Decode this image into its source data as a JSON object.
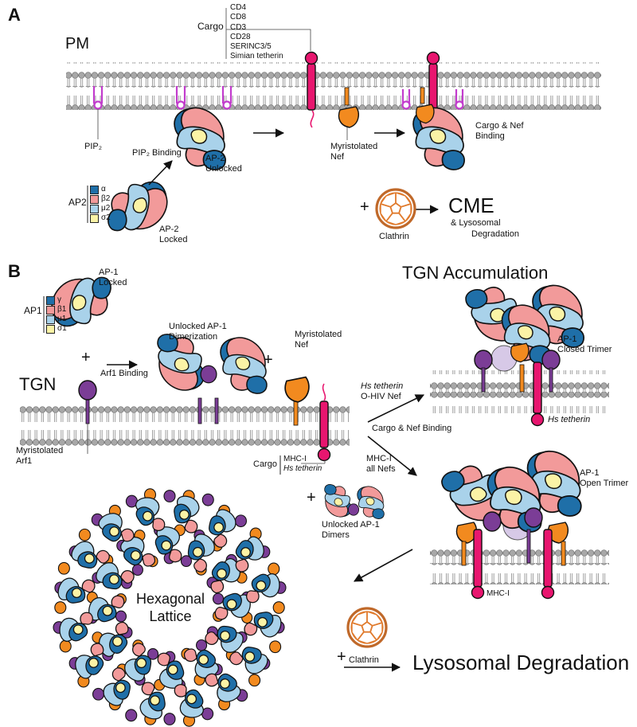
{
  "panel_a": {
    "label": "A",
    "membrane_label": "PM",
    "cargo_title": "Cargo",
    "cargo_items": [
      "CD4",
      "CD8",
      "CD3",
      "CD28",
      "SERINC3/5",
      "Simian tetherin"
    ],
    "pip2_label": "PIP₂",
    "pip2_binding": "PIP₂ Binding",
    "ap2_unlocked": [
      "AP-2",
      "Unlocked"
    ],
    "ap2_locked": [
      "AP-2",
      "Locked"
    ],
    "myristolated_nef": [
      "Myristolated",
      "Nef"
    ],
    "cargo_nef_binding": [
      "Cargo & Nef",
      "Binding"
    ],
    "ap2_legend_title": "AP2",
    "ap2_legend": [
      "α",
      "β2",
      "μ2",
      "σ2"
    ],
    "plus": "+",
    "clathrin": "Clathrin",
    "cme": "CME",
    "lysosomal": "& Lysosomal",
    "degradation": "Degradation"
  },
  "panel_b": {
    "label": "B",
    "ap1_locked": [
      "AP-1",
      "Locked"
    ],
    "ap1_legend_title": "AP1",
    "ap1_legend": [
      "γ",
      "β1",
      "μ1",
      "σ1"
    ],
    "plus": "+",
    "arf1_binding": "Arf1 Binding",
    "unlocked_dimerization": [
      "Unlocked AP-1",
      "Dimerization"
    ],
    "myristolated_nef": [
      "Myristolated",
      "Nef"
    ],
    "membrane_label": "TGN",
    "myristolated_arf1": [
      "Myristolated",
      "Arf1"
    ],
    "cargo_title": "Cargo",
    "cargo_items": [
      "MHC-I",
      "Hs tetherin"
    ],
    "tgn_accumulation": "TGN Accumulation",
    "closed_trimer": [
      "AP-1",
      "Closed Trimer"
    ],
    "hs_tetherin_ohiv": [
      "Hs tetherin",
      "O-HIV Nef"
    ],
    "cargo_nef_binding": "Cargo & Nef Binding",
    "mhc_all_nefs": [
      "MHC-I",
      "all Nefs"
    ],
    "hs_tetherin": "Hs tetherin",
    "open_trimer": [
      "AP-1",
      "Open Trimer"
    ],
    "mhc_i": "MHC-I",
    "unlocked_dimers": [
      "Unlocked AP-1",
      "Dimers"
    ],
    "hexagonal_lattice": [
      "Hexagonal",
      "Lattice"
    ],
    "clathrin": "Clathrin",
    "lysosomal_degradation": "Lysosomal Degradation"
  },
  "colors": {
    "alpha_gamma": "#1f6fa8",
    "beta": "#f29a9a",
    "mu": "#a9d2ea",
    "sigma": "#fbf3a6",
    "nef": "#f28a1f",
    "arf1": "#7b3d96",
    "cargo": "#e8166f",
    "pip2": "#c23ccd",
    "clathrin": "#e07a2c",
    "membrane": "#a8a8a8"
  }
}
